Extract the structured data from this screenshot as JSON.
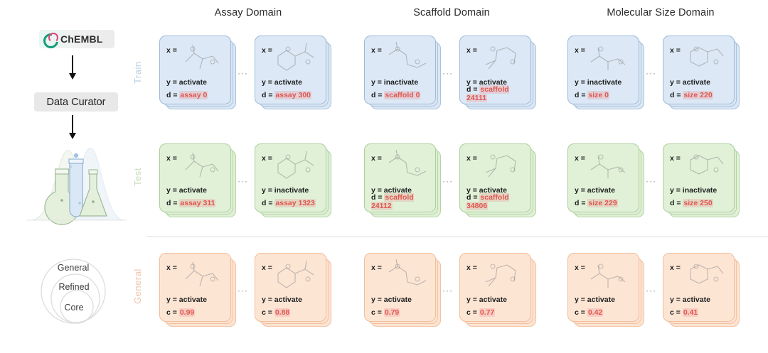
{
  "figure": {
    "column_headers": [
      "Assay Domain",
      "Scaffold Domain",
      "Molecular Size Domain"
    ],
    "row_labels": [
      "Train",
      "Test",
      "General"
    ],
    "ellipsis": "···"
  },
  "pipeline": {
    "source_label": "ChEMBL",
    "source_icon": "chembl-logo-icon",
    "curator_label": "Data Curator",
    "arrow_icon": "down-arrow-icon",
    "flask_icon": "lab-flasks-icon",
    "venn": {
      "outer_label": "General",
      "middle_label": "Refined",
      "inner_label": "Core"
    }
  },
  "colors": {
    "train": "#dce8f5",
    "train_border": "#9dbad8",
    "test": "#e0f1d7",
    "test_border": "#aece9c",
    "general": "#fde5d4",
    "general_border": "#f2bd9b",
    "value_red": "#e0564f",
    "train_label": "#b9cfe4",
    "test_label": "#c6ddb9",
    "general_label": "#f0c5ab"
  },
  "rows": [
    {
      "name": "Train",
      "theme": "blue",
      "panels": [
        {
          "domain": "Assay Domain",
          "cards": [
            {
              "x_label": "x =",
              "y_label": "y = activate",
              "key": "d =",
              "value": "assay 0"
            },
            {
              "x_label": "x =",
              "y_label": "y = activate",
              "key": "d =",
              "value": "assay 300"
            }
          ]
        },
        {
          "domain": "Scaffold Domain",
          "cards": [
            {
              "x_label": "x =",
              "y_label": "y = inactivate",
              "key": "d =",
              "value": "scaffold 0"
            },
            {
              "x_label": "x =",
              "y_label": "y = activate",
              "key": "d =",
              "value": "scaffold 24111"
            }
          ]
        },
        {
          "domain": "Molecular Size Domain",
          "cards": [
            {
              "x_label": "x =",
              "y_label": "y = inactivate",
              "key": "d =",
              "value": "size 0"
            },
            {
              "x_label": "x =",
              "y_label": "y = activate",
              "key": "d =",
              "value": "size 220"
            }
          ]
        }
      ]
    },
    {
      "name": "Test",
      "theme": "green",
      "panels": [
        {
          "domain": "Assay Domain",
          "cards": [
            {
              "x_label": "x =",
              "y_label": "y = activate",
              "key": "d =",
              "value": "assay 311"
            },
            {
              "x_label": "x =",
              "y_label": "y = inactivate",
              "key": "d =",
              "value": "assay 1323"
            }
          ]
        },
        {
          "domain": "Scaffold Domain",
          "cards": [
            {
              "x_label": "x =",
              "y_label": "y = activate",
              "key": "d =",
              "value": "scaffold 24112"
            },
            {
              "x_label": "x =",
              "y_label": "y = activate",
              "key": "d =",
              "value": "scaffold 34806"
            }
          ]
        },
        {
          "domain": "Molecular Size Domain",
          "cards": [
            {
              "x_label": "x =",
              "y_label": "y = activate",
              "key": "d =",
              "value": "size 229"
            },
            {
              "x_label": "x =",
              "y_label": "y = inactivate",
              "key": "d =",
              "value": "size 250"
            }
          ]
        }
      ]
    },
    {
      "name": "General",
      "theme": "orange",
      "panels": [
        {
          "domain": "Assay Domain",
          "cards": [
            {
              "x_label": "x =",
              "y_label": "y = activate",
              "key": "c =",
              "value": "0.99"
            },
            {
              "x_label": "x =",
              "y_label": "y = activate",
              "key": "c =",
              "value": "0.88"
            }
          ]
        },
        {
          "domain": "Scaffold Domain",
          "cards": [
            {
              "x_label": "x =",
              "y_label": "y = activate",
              "key": "c =",
              "value": "0.79"
            },
            {
              "x_label": "x =",
              "y_label": "y = activate",
              "key": "c =",
              "value": "0.77"
            }
          ]
        },
        {
          "domain": "Molecular Size Domain",
          "cards": [
            {
              "x_label": "x =",
              "y_label": "y = activate",
              "key": "c =",
              "value": "0.42"
            },
            {
              "x_label": "x =",
              "y_label": "y = activate",
              "key": "c =",
              "value": "0.41"
            }
          ]
        }
      ]
    }
  ]
}
